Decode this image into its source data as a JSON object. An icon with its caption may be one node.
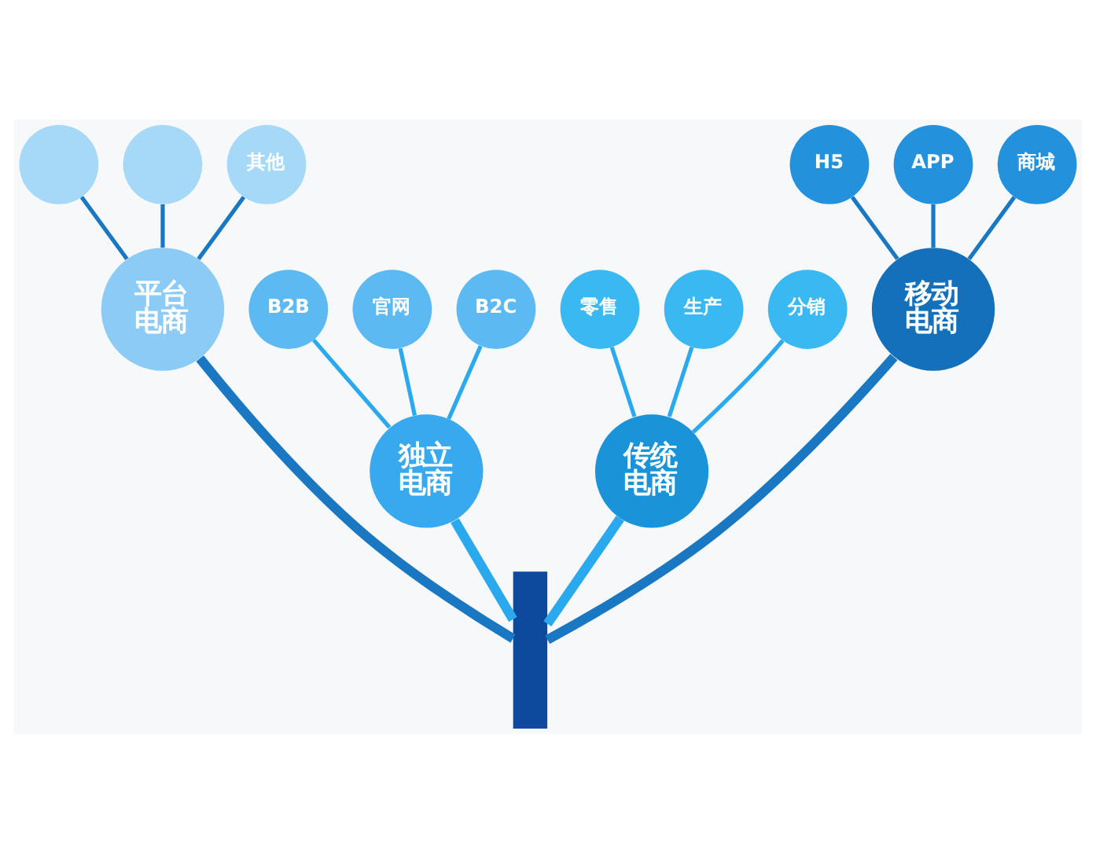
{
  "diagram": {
    "nodes": [
      {
        "text": [],
        "shape": "circle"
      },
      {
        "text": [
          "平台电商"
        ]
      },
      {
        "text": [
          "移动电商"
        ]
      },
      {
        "text": [
          "商城"
        ]
      },
      {
        "text": [],
        "shape": "circle"
      },
      {
        "text": [
          "其他"
        ]
      },
      {
        "text": [
          "H5"
        ]
      },
      {
        "text": [
          "APP"
        ]
      },
      {
        "text": [
          "官网"
        ]
      },
      {
        "text": [
          "生产"
        ]
      },
      {
        "text": [
          "独立电商"
        ]
      },
      {
        "text": [
          "传统电商"
        ]
      },
      {
        "text": [
          "B2B"
        ]
      },
      {
        "text": [
          "B2C"
        ]
      },
      {
        "text": [
          "零售"
        ]
      },
      {
        "text": [
          "分销"
        ]
      },
      {
        "text": [],
        "shape": "bar"
      }
    ],
    "edges": [
      {
        "from": 0,
        "to": 1,
        "arrow": "none"
      },
      {
        "from": 4,
        "to": 1,
        "arrow": "none"
      },
      {
        "from": 5,
        "to": 1,
        "arrow": "none"
      },
      {
        "from": 12,
        "to": 10,
        "arrow": "none",
        "color": "#2aa9ee"
      },
      {
        "from": 8,
        "to": 10,
        "arrow": "none",
        "color": "#2aa9ee"
      },
      {
        "from": 13,
        "to": 10,
        "arrow": "none",
        "color": "#2aa9ee"
      },
      {
        "from": 14,
        "to": 11,
        "arrow": "none",
        "color": "#2aa9ee"
      },
      {
        "from": 9,
        "to": 11,
        "arrow": "none",
        "color": "#2aa9ee"
      },
      {
        "from": 15,
        "to": 11,
        "arrow": "none",
        "color": "#2aa9ee"
      },
      {
        "from": 6,
        "to": 2,
        "arrow": "none"
      },
      {
        "from": 7,
        "to": 2,
        "arrow": "none"
      },
      {
        "from": 3,
        "to": 2,
        "arrow": "none"
      },
      {
        "from": 1,
        "to": 16,
        "arrow": "none",
        "style": "thick"
      },
      {
        "from": 10,
        "to": 16,
        "arrow": "none",
        "style": "thick",
        "color": "#2aa9ee"
      },
      {
        "from": 11,
        "to": 16,
        "arrow": "none",
        "style": "thick",
        "color": "#2aa9ee"
      },
      {
        "from": 2,
        "to": 16,
        "arrow": "none",
        "style": "thick"
      }
    ]
  }
}
